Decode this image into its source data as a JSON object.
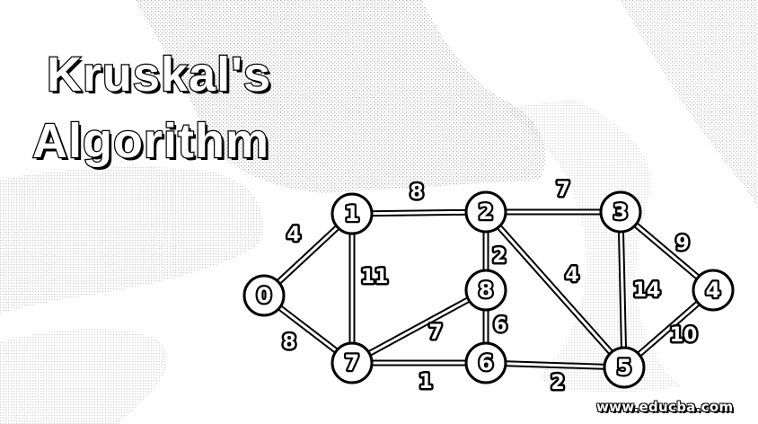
{
  "title": {
    "line1": "Kruskal's",
    "line2": "Algorithm"
  },
  "watermark": "www.educba.com",
  "colors": {
    "background": "#ffffff",
    "ink": "#000000",
    "texture": "#c8c8c8"
  },
  "graph": {
    "nodes": [
      {
        "id": "0",
        "label": "0"
      },
      {
        "id": "1",
        "label": "1"
      },
      {
        "id": "2",
        "label": "2"
      },
      {
        "id": "3",
        "label": "3"
      },
      {
        "id": "4",
        "label": "4"
      },
      {
        "id": "5",
        "label": "5"
      },
      {
        "id": "6",
        "label": "6"
      },
      {
        "id": "7",
        "label": "7"
      },
      {
        "id": "8",
        "label": "8"
      }
    ],
    "edges": [
      {
        "from": "0",
        "to": "1",
        "weight": "4"
      },
      {
        "from": "0",
        "to": "7",
        "weight": "8"
      },
      {
        "from": "1",
        "to": "2",
        "weight": "8"
      },
      {
        "from": "1",
        "to": "7",
        "weight": "11"
      },
      {
        "from": "2",
        "to": "3",
        "weight": "7"
      },
      {
        "from": "2",
        "to": "8",
        "weight": "2"
      },
      {
        "from": "2",
        "to": "5",
        "weight": "4"
      },
      {
        "from": "3",
        "to": "4",
        "weight": "9"
      },
      {
        "from": "3",
        "to": "5",
        "weight": "14"
      },
      {
        "from": "4",
        "to": "5",
        "weight": "10"
      },
      {
        "from": "8",
        "to": "7",
        "weight": "7"
      },
      {
        "from": "8",
        "to": "6",
        "weight": "6"
      },
      {
        "from": "7",
        "to": "6",
        "weight": "1"
      },
      {
        "from": "6",
        "to": "5",
        "weight": "2"
      }
    ]
  }
}
